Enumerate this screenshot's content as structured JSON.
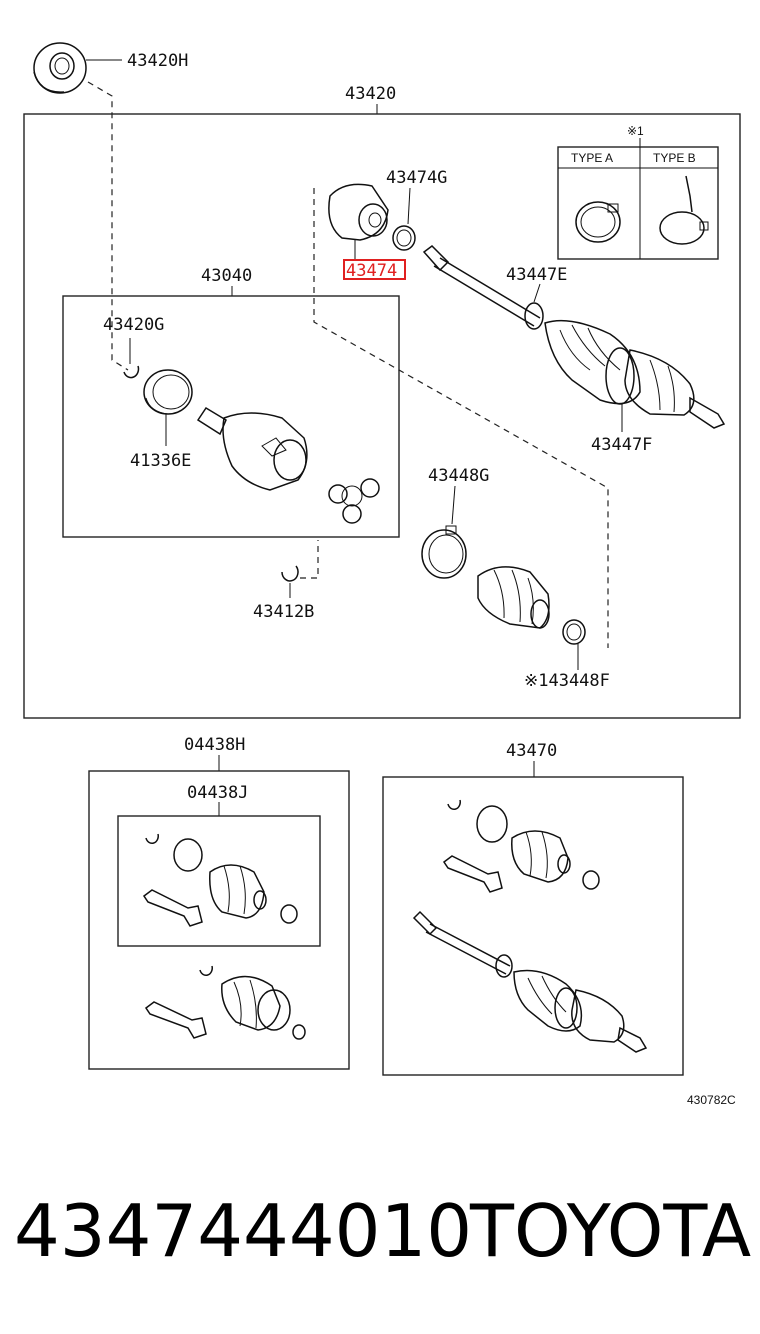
{
  "diagram_code": "430782C",
  "footer": {
    "part_number": "4347444010",
    "brand": "TOYOTA"
  },
  "labels": {
    "p43420H": "43420H",
    "p43420": "43420",
    "note_mark": "※1",
    "type_a": "TYPE A",
    "type_b": "TYPE B",
    "p43474G": "43474G",
    "p43474": "43474",
    "p43040": "43040",
    "p43447E": "43447E",
    "p43420G": "43420G",
    "p41336E": "41336E",
    "p43447F": "43447F",
    "p43448G": "43448G",
    "p43412B": "43412B",
    "p43448F": "※143448F",
    "p04438H": "04438H",
    "p04438J": "04438J",
    "p43470": "43470"
  },
  "highlight": {
    "part": "43474",
    "color": "#e02020"
  }
}
